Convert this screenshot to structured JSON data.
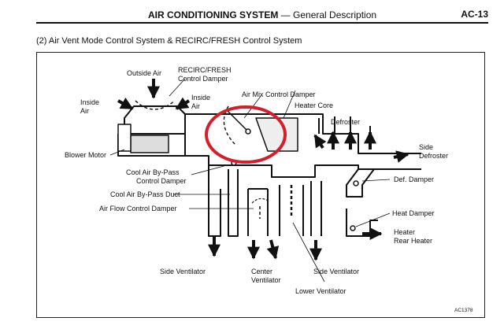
{
  "header": {
    "title": "AIR CONDITIONING SYSTEM",
    "dash": " — ",
    "subtitle": "General Description",
    "page": "AC-13"
  },
  "section": "(2)  Air Vent Mode Control System & RECIRC/FRESH Control System",
  "labels": {
    "outside_air": "Outside Air",
    "recirc1": "RECIRC/FRESH",
    "recirc2": "Control Damper",
    "inside_air_l1": "Inside",
    "inside_air_l2": "Air",
    "inside_air_r1": "Inside",
    "inside_air_r2": "Air",
    "air_mix": "Air Mix Control Damper",
    "heater_core": "Heater Core",
    "defroster": "Defroster",
    "side_def1": "Side",
    "side_def2": "Defroster",
    "blower_motor": "Blower Motor",
    "cool_bypass1": "Cool Air By-Pass",
    "cool_bypass2": "Control Damper",
    "def_damper": "Def. Damper",
    "cool_duct": "Cool Air By-Pass Duct",
    "flow_damper": "Air Flow Control Damper",
    "heat_damper": "Heat Damper",
    "heater1": "Heater",
    "heater2": "Rear Heater",
    "side_vent": "Side Ventilator",
    "center_vent1": "Center",
    "center_vent2": "Ventilator",
    "side_vent_r": "Side Ventilator",
    "lower_vent": "Lower Ventilator",
    "fig_code": "AC1378"
  },
  "colors": {
    "highlight": "#d41e2a",
    "ink": "#111111"
  }
}
